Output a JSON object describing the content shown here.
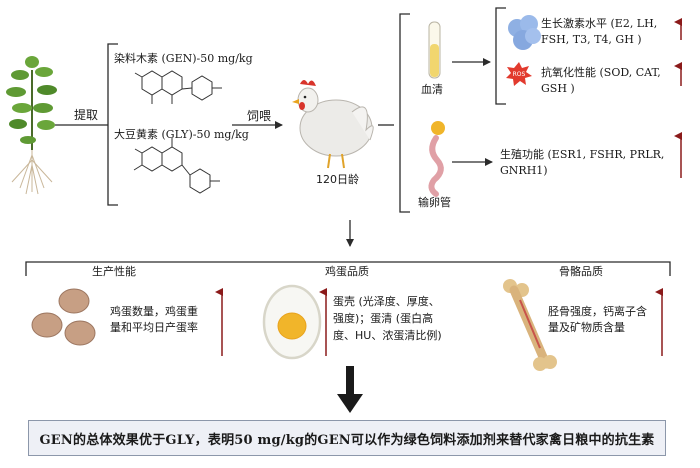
{
  "extract_label": "提取",
  "compounds": [
    {
      "name": "染料木素 (GEN)-50 mg/kg"
    },
    {
      "name": "大豆黄素 (GLY)-50 mg/kg"
    }
  ],
  "feed_label": "饲喂",
  "hen_age": "120日龄",
  "serum_label": "血清",
  "oviduct_label": "输卵管",
  "serum_outcomes": [
    {
      "line1": "生长激素水平 (E2, LH,",
      "line2": "FSH, T3, T4, GH )"
    },
    {
      "line1": "抗氧化性能 (SOD, CAT,",
      "line2": "GSH )"
    }
  ],
  "ros_label": "ROS",
  "oviduct_outcome": {
    "line1": "生殖功能 (ESR1, FSHR, PRLR,",
    "line2": "GNRH1)"
  },
  "sections": [
    {
      "title": "生产性能",
      "line1": "鸡蛋数量，鸡蛋重",
      "line2": "量和平均日产蛋率"
    },
    {
      "title": "鸡蛋品质",
      "line1": "蛋壳 (光泽度、厚度、",
      "line2": "强度)；蛋清 (蛋白高",
      "line3": "度、HU、浓蛋清比例)"
    },
    {
      "title": "骨骼品质",
      "line1": "胫骨强度，钙离子含",
      "line2": "量及矿物质含量"
    }
  ],
  "conclusion": "GEN的总体效果优于GLY，表明50 mg/kg的GEN可以作为绿色饲料添加剂来替代家禽日粮中的抗生素",
  "colors": {
    "up_arrow": "#8b1a1a",
    "bracket": "#2b2b2b",
    "conclusion_border": "#8c97aa",
    "conclusion_fill": "#eef0f6"
  }
}
